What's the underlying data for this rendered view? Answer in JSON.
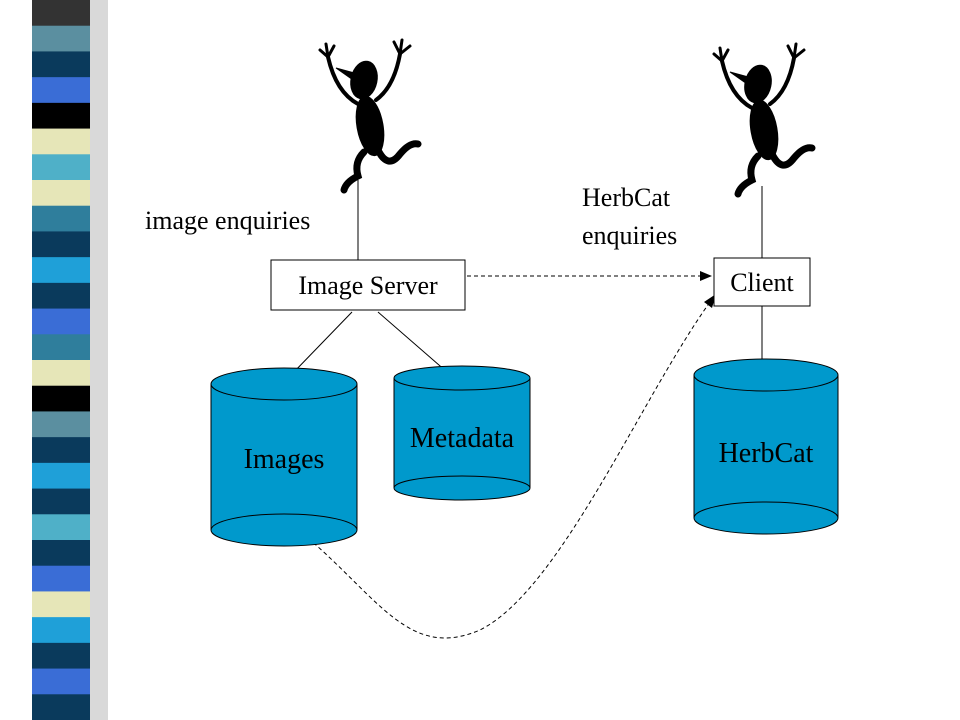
{
  "labels": {
    "image_enquiries": "image enquiries",
    "herbcat_enquiries_line1": "HerbCat",
    "herbcat_enquiries_line2": "enquiries"
  },
  "nodes": {
    "image_server": "Image Server",
    "client": "Client"
  },
  "databases": {
    "images": "Images",
    "metadata": "Metadata",
    "herbcat": "HerbCat"
  },
  "colors": {
    "cylinder": "#0099cc",
    "cylinder_stroke": "#000000",
    "figure": "#000000",
    "box_fill": "#ffffff"
  },
  "icons": {
    "user_figure": "jumping-person-icon"
  },
  "sidebar_stripe_colors": [
    "#333333",
    "#5b8fa0",
    "#0a3a5c",
    "#3a6dd6",
    "#000000",
    "#e6e6b8",
    "#4fb0c8",
    "#e6e6b8",
    "#2f7e9c",
    "#0a3a5c",
    "#1fa0d8",
    "#0a3a5c",
    "#3a6dd6",
    "#2f7e9c",
    "#e6e6b8",
    "#000000",
    "#5b8fa0",
    "#0a3a5c",
    "#1fa0d8",
    "#0a3a5c",
    "#4fb0c8",
    "#0a3a5c",
    "#3a6dd6",
    "#e6e6b8",
    "#1fa0d8",
    "#0a3a5c",
    "#3a6dd6",
    "#0a3a5c"
  ]
}
